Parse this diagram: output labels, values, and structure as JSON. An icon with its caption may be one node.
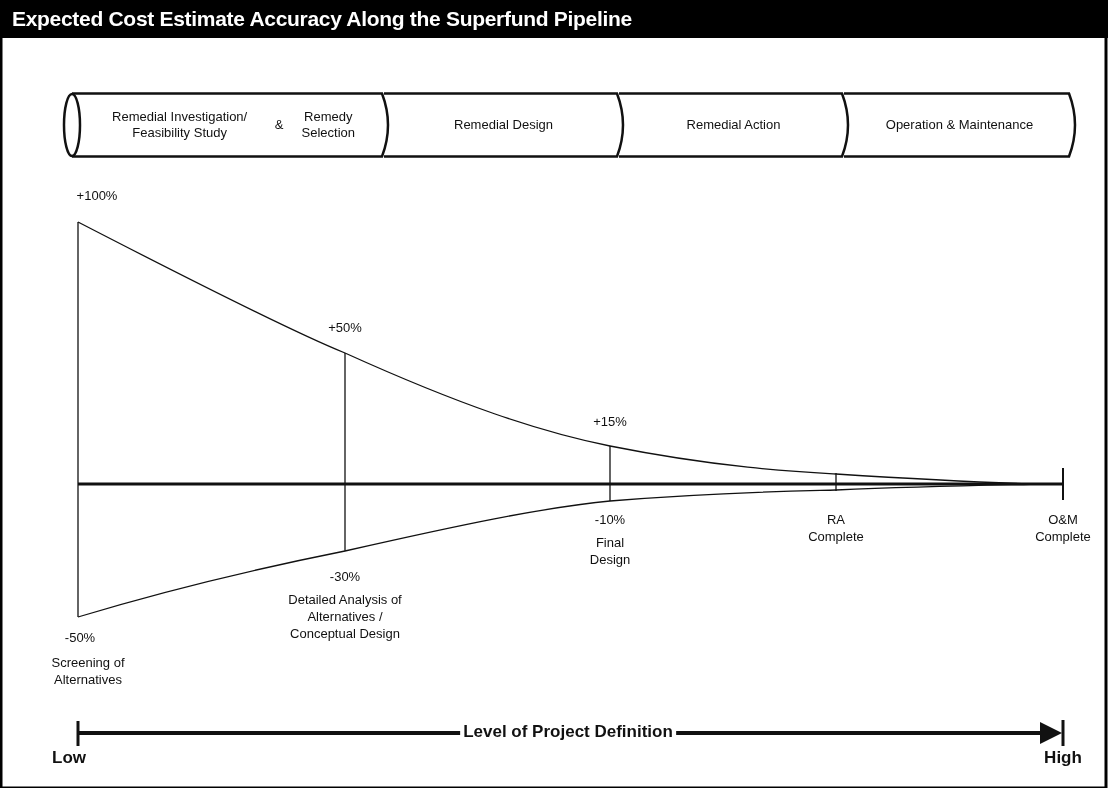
{
  "diagram": {
    "title": "Expected Cost Estimate Accuracy Along the Superfund Pipeline",
    "nodes": [
      {
        "text": [
          "Remedial Investigation/ Feasibility Study",
          "&",
          "Remedy Selection"
        ]
      },
      {
        "text": [
          "Remedial Design"
        ]
      },
      {
        "text": [
          "Remedial Action"
        ]
      },
      {
        "text": [
          "Operation & Maintenance"
        ]
      }
    ],
    "edges": [],
    "labels": [
      "+100%",
      "+50%",
      "+15%",
      "-10%",
      "Final Design",
      "RA Complete",
      "O&M Complete",
      "-30%",
      "Detailed Analysis of Alternatives / Conceptual Design",
      "-50%",
      "Screening of Alternatives",
      "Level of Project Definition",
      "Low",
      "High"
    ]
  }
}
